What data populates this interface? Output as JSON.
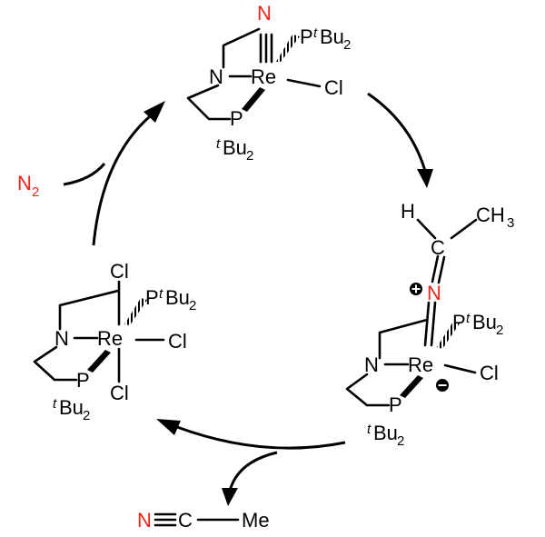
{
  "colors": {
    "nitrogen": "#e8251d",
    "ink": "#000000"
  },
  "complexes": {
    "nitride": {
      "n_top": "N",
      "p_top": "P",
      "tbu_top": "Bu",
      "tbu_top_prefix": "t",
      "tbu_top_sub": "2",
      "n_amine": "N",
      "metal": "Re",
      "cl": "Cl",
      "p_bot": "P",
      "tbu_bot": "Bu",
      "tbu_bot_prefix": "t",
      "tbu_bot_sub": "2"
    },
    "trichloride": {
      "cl_top": "Cl",
      "p_top": "P",
      "tbu_top": "Bu",
      "tbu_top_prefix": "t",
      "tbu_top_sub": "2",
      "n_amine": "N",
      "metal": "Re",
      "cl_right": "Cl",
      "cl_bot": "Cl",
      "p_bot": "P",
      "tbu_bot": "Bu",
      "tbu_bot_prefix": "t",
      "tbu_bot_sub": "2"
    },
    "adduct": {
      "h": "H",
      "c": "C",
      "ch3": "CH",
      "ch3_sub": "3",
      "n_imine": "N",
      "plus": "+",
      "p_top": "P",
      "tbu_top": "Bu",
      "tbu_top_prefix": "t",
      "tbu_top_sub": "2",
      "n_amine": "N",
      "metal": "Re",
      "minus": "−",
      "cl": "Cl",
      "p_bot": "P",
      "tbu_bot": "Bu",
      "tbu_bot_prefix": "t",
      "tbu_bot_sub": "2"
    }
  },
  "reagents": {
    "n2_symbol": "N",
    "n2_sub": "2"
  },
  "products": {
    "nitrile_n": "N",
    "nitrile_c": "C",
    "nitrile_me": "Me"
  }
}
